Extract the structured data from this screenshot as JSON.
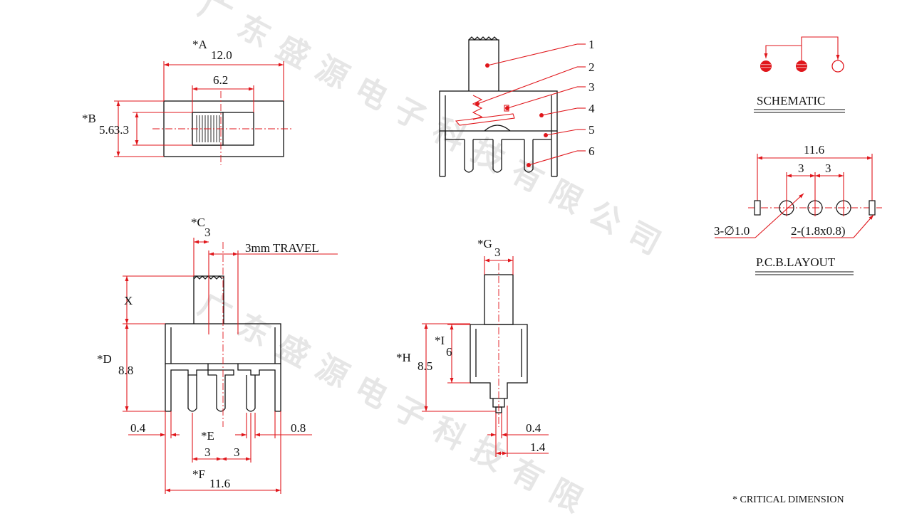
{
  "watermark": {
    "text_chars": [
      "广",
      "东",
      "盛",
      "源",
      "电",
      "子",
      "科",
      "技",
      "有",
      "限",
      "公",
      "司"
    ]
  },
  "top_view": {
    "a_label": "*A",
    "a_value": "12.0",
    "slot_value": "6.2",
    "b_label": "*B",
    "b_value": "5.6",
    "knob_value": "3.3"
  },
  "section_view": {
    "callouts": [
      "1",
      "2",
      "3",
      "4",
      "5",
      "6"
    ]
  },
  "schematic": {
    "title": "SCHEMATIC"
  },
  "pcb_layout": {
    "overall": "11.6",
    "pitch_left": "3",
    "pitch_right": "3",
    "hole_note": "3-∅1.0",
    "slot_note": "2-(1.8x0.8)",
    "title": "P.C.B.LAYOUT"
  },
  "front_view": {
    "c_label": "*C",
    "c_value": "3",
    "travel": "3mm TRAVEL",
    "x_label": "X",
    "d_label": "*D",
    "d_value": "8.8",
    "pin_width": "0.4",
    "pin_right": "0.8",
    "e_label": "*E",
    "e_left": "3",
    "e_right": "3",
    "f_label": "*F",
    "f_value": "11.6"
  },
  "side_view": {
    "g_label": "*G",
    "g_value": "3",
    "i_label": "*I",
    "i_value": "6",
    "h_label": "*H",
    "h_value": "8.5",
    "pin_thick": "0.4",
    "pin_depth": "1.4"
  },
  "footnote": "* CRITICAL  DIMENSION"
}
